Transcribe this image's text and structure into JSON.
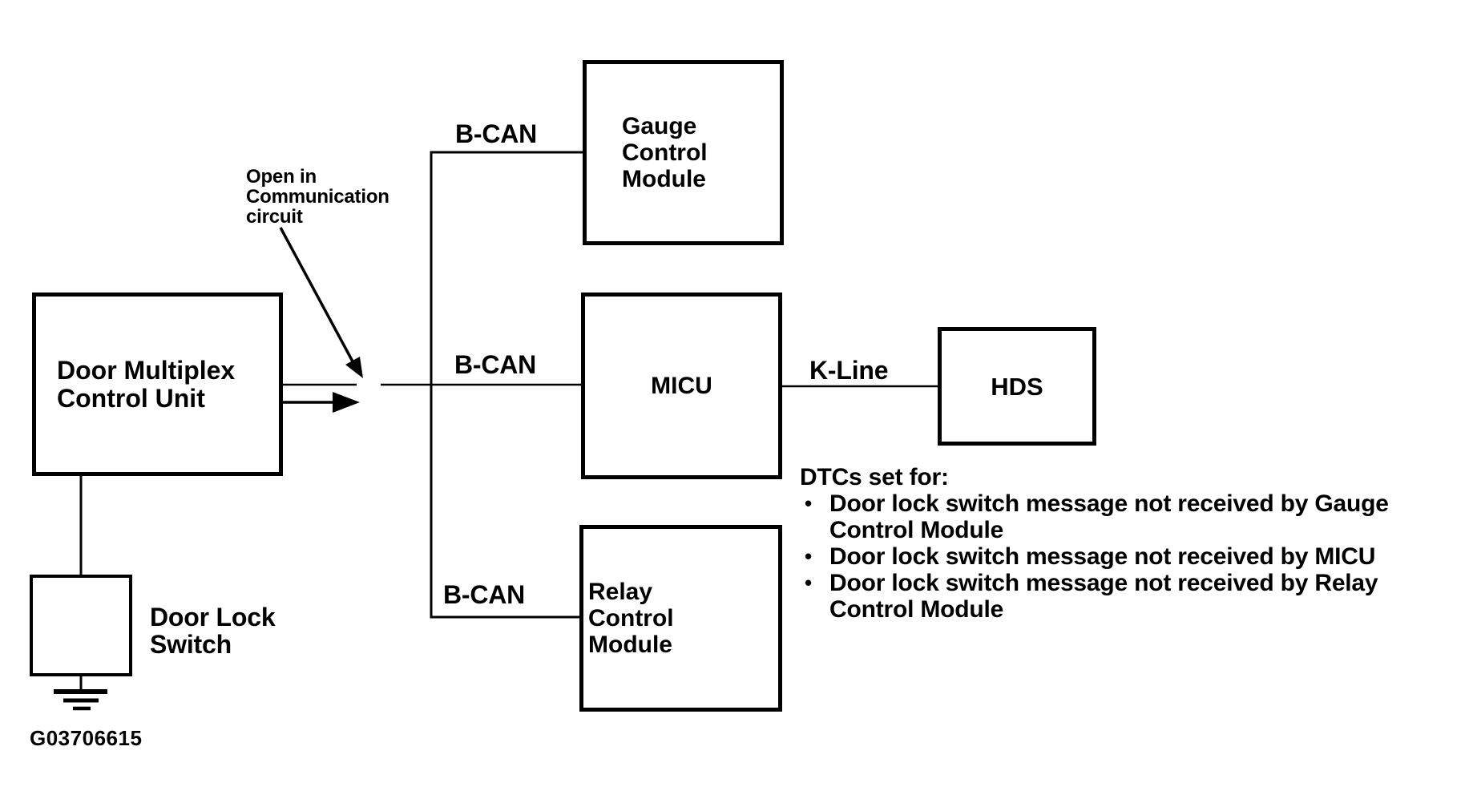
{
  "figure_id": "G03706615",
  "colors": {
    "ink": "#000000",
    "paper": "#ffffff"
  },
  "nodes": {
    "door_multiplex": {
      "lines": [
        "Door Multiplex",
        "Control Unit"
      ]
    },
    "door_lock_switch": {
      "label_lines": [
        "Door Lock",
        "Switch"
      ]
    },
    "gauge_control_module": {
      "lines": [
        "Gauge",
        "Control",
        "Module"
      ]
    },
    "micu": {
      "lines": [
        "MICU"
      ]
    },
    "relay_control_module": {
      "lines": [
        "Relay",
        "Control",
        "Module"
      ]
    },
    "hds": {
      "lines": [
        "HDS"
      ]
    }
  },
  "bus_labels": {
    "bcan_to_gauge": "B-CAN",
    "bcan_to_micu": "B-CAN",
    "bcan_to_relay": "B-CAN",
    "kline_to_hds": "K-Line"
  },
  "annotation": {
    "lines": [
      "Open in",
      "Communication",
      "circuit"
    ]
  },
  "dtc_note": {
    "title": "DTCs set for:",
    "bullet": "•",
    "items": [
      {
        "lines": [
          "Door lock switch message not received by Gauge",
          "Control Module"
        ]
      },
      {
        "lines": [
          "Door lock switch message not received by MICU"
        ]
      },
      {
        "lines": [
          "Door lock switch message not received by Relay",
          "Control Module"
        ]
      }
    ]
  }
}
